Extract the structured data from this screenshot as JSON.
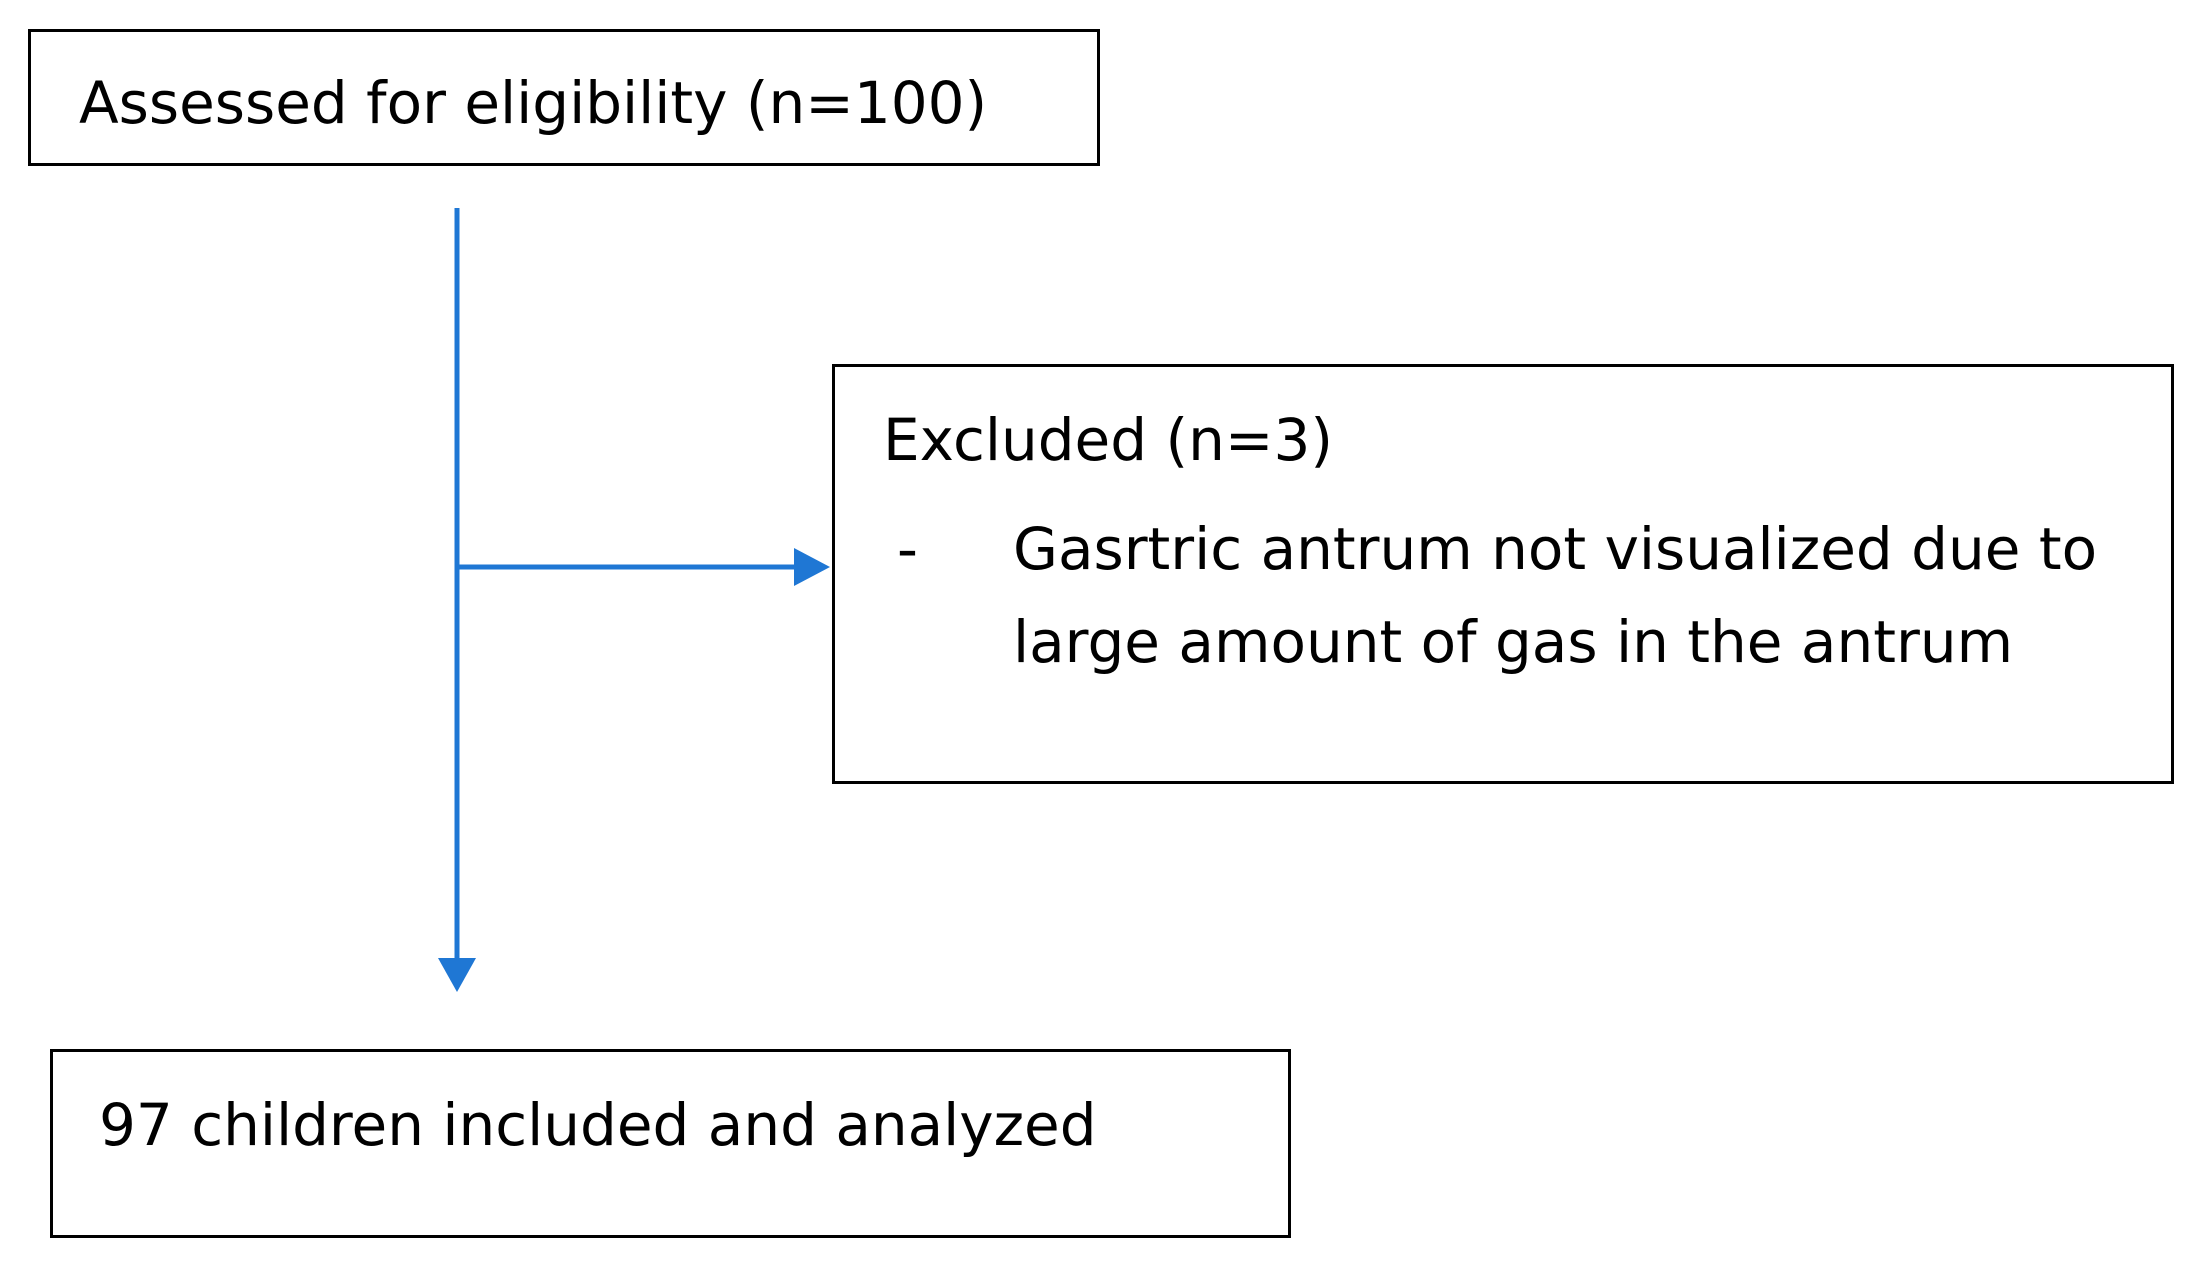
{
  "diagram": {
    "assessed": {
      "label": "Assessed for eligibility (n=100)"
    },
    "excluded": {
      "title": "Excluded (n=3)",
      "bullet_marker": "-",
      "reason": "Gasrtric antrum not visualized due to large amount of gas in the antrum"
    },
    "included": {
      "label": "97 children included and analyzed"
    },
    "colors": {
      "arrow": "#1f77d4",
      "box_border": "#000000",
      "text": "#000000"
    }
  }
}
